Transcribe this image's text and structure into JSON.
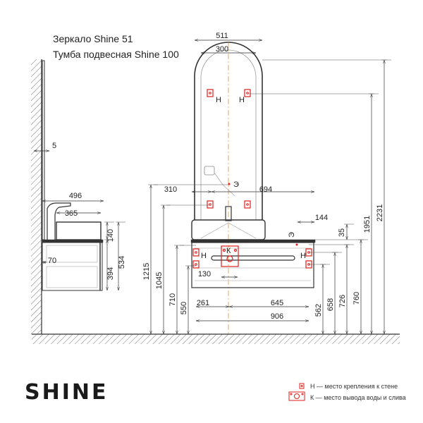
{
  "title": {
    "line1": "Зеркало Shine 51",
    "line2": "Тумба подвесная Shine 100"
  },
  "brand": "SHINE",
  "colors": {
    "accent_red": "#e0201c",
    "line": "#333333",
    "axis_line": "#e08a1c"
  },
  "side_view": {
    "dims": {
      "wall_gap": "5",
      "depth_total": "496",
      "basin_depth": "365",
      "basin_height": "140",
      "cabinet_height": "394",
      "total_height": "534",
      "drain_offset": "70"
    }
  },
  "front_view": {
    "dims": {
      "mirror_width": "511",
      "mirror_inner": "300",
      "left_offset": "310",
      "right_offset": "694",
      "edge_offset": "144",
      "top_thickness": "35",
      "drain_width": "130",
      "left_mount": "261",
      "right_mount": "645",
      "mount_span": "906",
      "h1215": "1215",
      "h1045": "1045",
      "h710": "710",
      "h550": "550",
      "h562": "562",
      "h658": "658",
      "h726": "726",
      "h760": "760",
      "h1951": "1951",
      "h2231": "2231"
    },
    "mark_h": "Н",
    "mark_k": "К",
    "mark_e": "Э"
  },
  "legend": [
    {
      "icon": "mount-point-icon",
      "text": "Н — место крепления к стене"
    },
    {
      "icon": "drain-outlet-icon",
      "text": "К — место вывода воды и слива"
    }
  ]
}
